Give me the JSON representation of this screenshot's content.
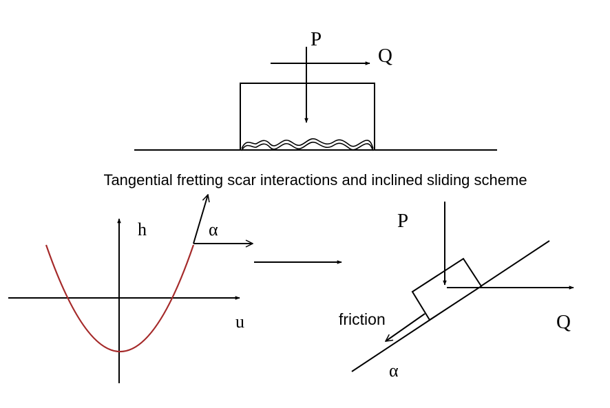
{
  "caption": "Tangential fretting scar interactions and inclined sliding scheme",
  "top_scheme": {
    "normal_load_label": "P",
    "tangential_load_label": "Q"
  },
  "curve_plot": {
    "y_axis_label": "h",
    "x_axis_label": "u",
    "angle_label": "α",
    "curve_color": "#a52a2a"
  },
  "incline_scheme": {
    "normal_load_label": "P",
    "tangential_load_label": "Q",
    "friction_label": "friction",
    "angle_label": "α"
  }
}
